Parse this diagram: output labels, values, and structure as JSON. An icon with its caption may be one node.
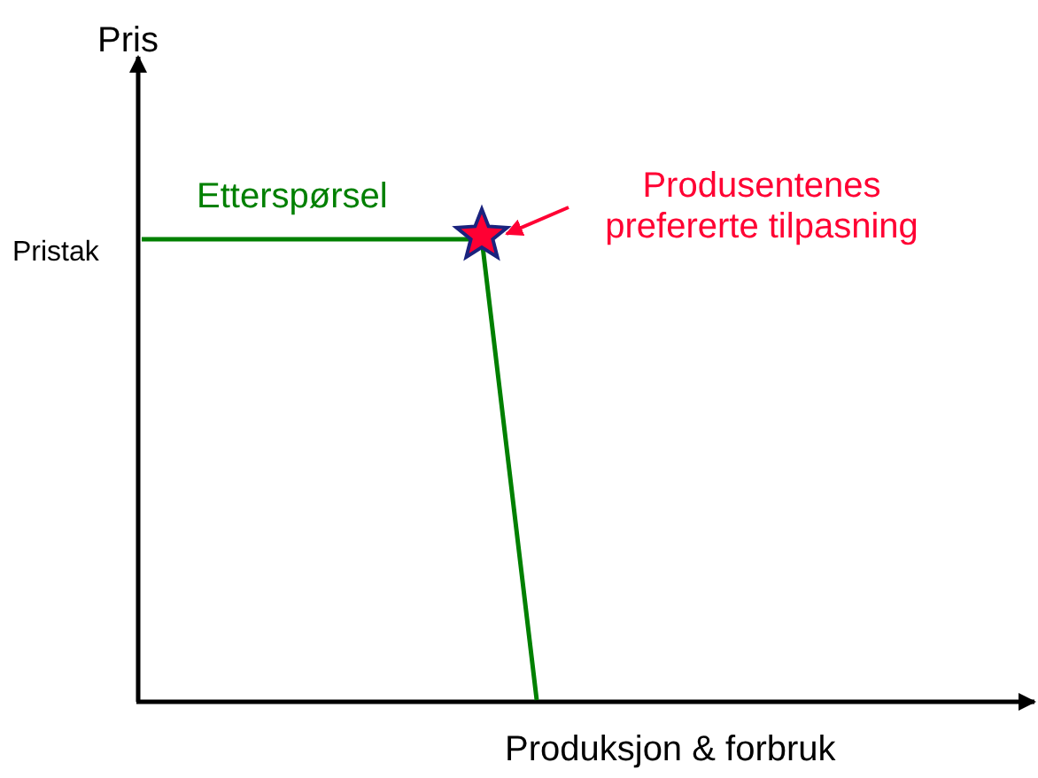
{
  "diagram": {
    "nodes": [
      {
        "text": [
          "Produsentenes prefererte tilpasning"
        ]
      },
      {
        "text": [],
        "shape": "star"
      }
    ],
    "edges": [
      {
        "from": 0,
        "to": 1,
        "arrow": "to"
      }
    ],
    "labels": [
      "Pris",
      "Pristak",
      "Etterspørsel",
      "Produksjon & forbruk"
    ]
  }
}
